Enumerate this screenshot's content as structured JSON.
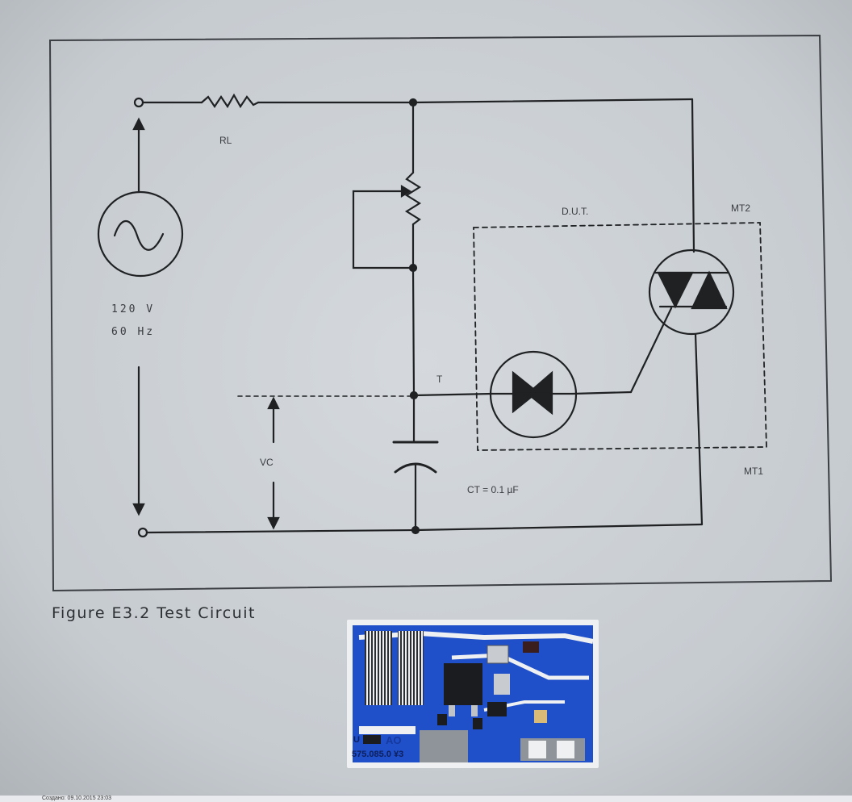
{
  "diagram": {
    "labels": {
      "resistor_load": "RL",
      "source_voltage": "120 V",
      "source_frequency": "60 Hz",
      "dut": "D.U.T.",
      "mt2": "MT2",
      "mt1": "MT1",
      "trigger_node": "T",
      "capacitor_voltage": "VC",
      "capacitor_value": "CT = 0.1 µF"
    },
    "caption": "Figure E3.2 Test Circuit"
  },
  "pcb": {
    "marking_u": "U",
    "marking_ao": "AO",
    "part_number": "575.085.0 ¥3"
  },
  "footer": {
    "text": "Создано: 09.10.2015 23:03"
  },
  "colors": {
    "paper": "#c9ced3",
    "ink": "#1f2123",
    "pcb_blue": "#1f4fc9",
    "pcb_white": "#eef0f2"
  }
}
